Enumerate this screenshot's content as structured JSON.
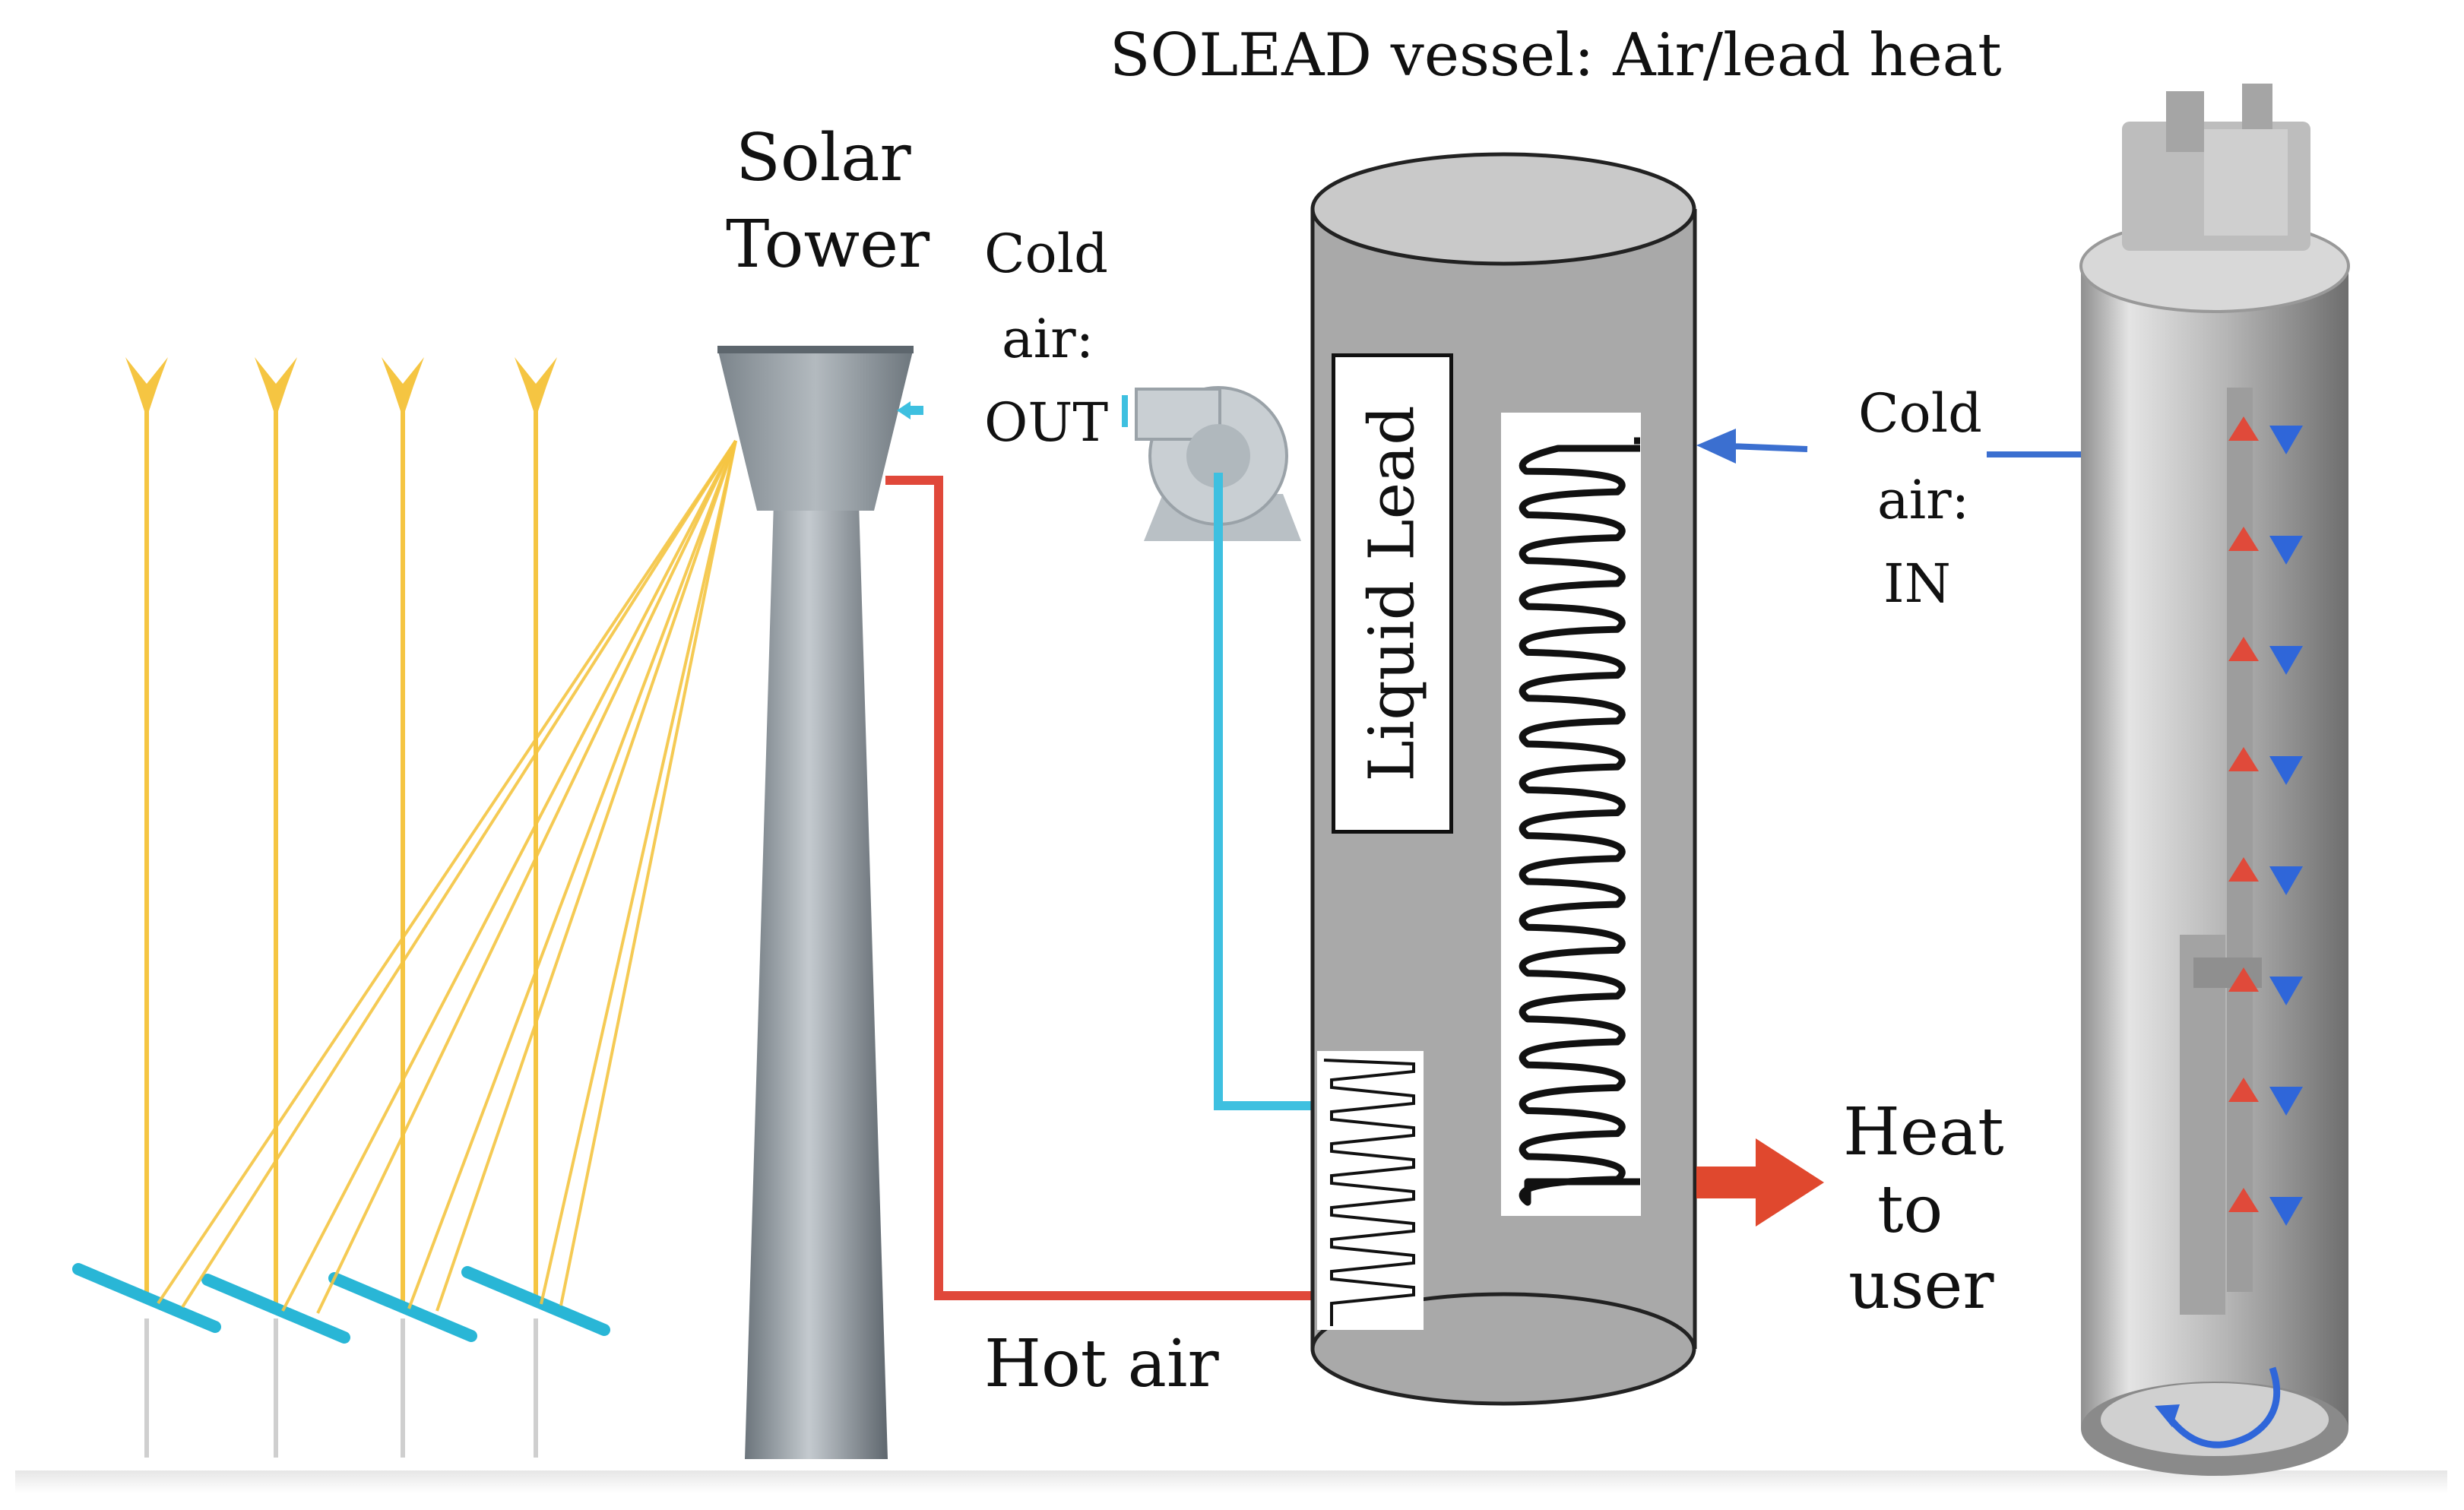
{
  "diagram": {
    "title": "SOLEAD vessel: Air/lead heat",
    "tower_label": [
      "Solar",
      "Tower"
    ],
    "cold_air_out_label": [
      "Cold",
      "air:",
      "OUT"
    ],
    "cold_air_in_label": [
      "Cold",
      "air:",
      "IN"
    ],
    "hot_air_label": "Hot air",
    "liquid_lead_label": "Liquid Lead",
    "heat_to_user_label": [
      "Heat",
      "to",
      "user"
    ],
    "colors": {
      "sun_ray": "#f5c542",
      "mirror": "#29b6d6",
      "hot_pipe": "#e0483a",
      "cold_pipe": "#3ec0e0",
      "vessel_body": "#a9a9a9",
      "tower": "#8d969e",
      "cold_arrow": "#3b6fd0",
      "heat_arrow": "#e0482e"
    },
    "icons": [
      "sun-ray-arrow-icon",
      "heliostat-mirror-icon",
      "blower-fan-icon",
      "heat-exchanger-coil-icon",
      "reactor-vessel-3d-icon"
    ]
  }
}
